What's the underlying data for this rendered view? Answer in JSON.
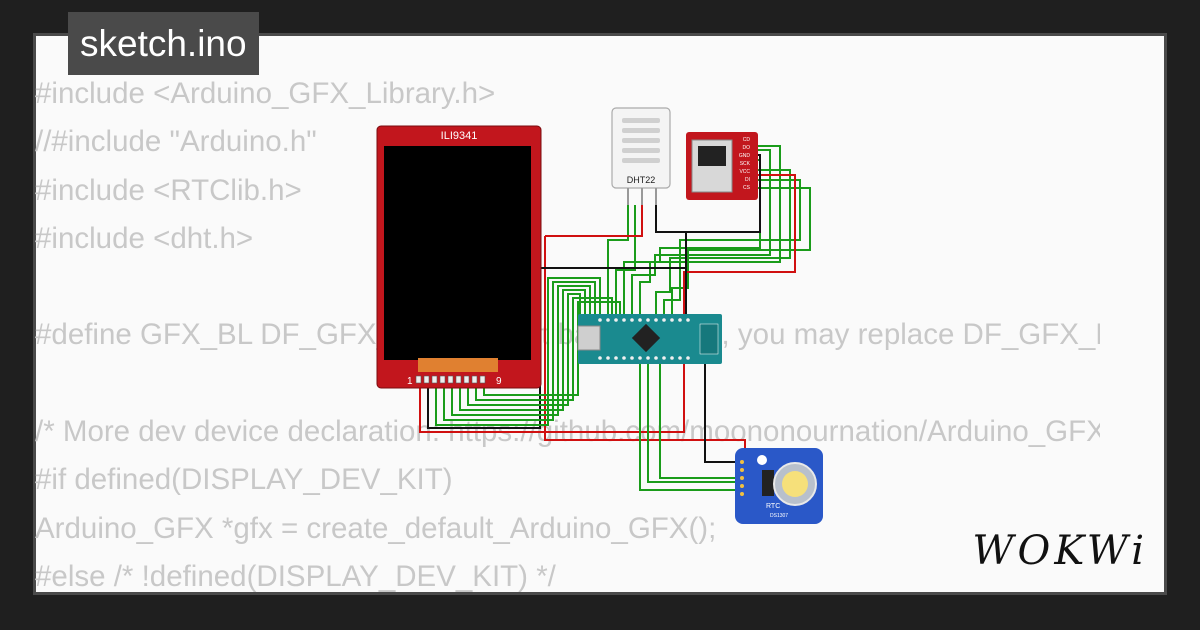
{
  "tab": {
    "filename": "sketch.ino"
  },
  "code_lines": [
    "#include <Arduino_GFX_Library.h>",
    "//#include \"Arduino.h\"",
    "#include <RTClib.h>",
    "#include <dht.h>",
    "",
    "#define GFX_BL DF_GFX_BL // default backlight pin, you may replace DF_GFX_BL to actual backlight pin",
    "",
    "/* More dev device declaration: https://github.com/moononournation/Arduino_GFX/wiki/Dev-Device-Declaration */",
    "#if defined(DISPLAY_DEV_KIT)",
    "Arduino_GFX *gfx = create_default_Arduino_GFX();",
    "#else /* !defined(DISPLAY_DEV_KIT) */"
  ],
  "components": {
    "display": {
      "label": "ILI9341",
      "pin_start": "1",
      "pin_end": "9"
    },
    "dht": {
      "label": "DHT22"
    },
    "sd": {
      "pins": [
        "CD",
        "DO",
        "GND",
        "SCK",
        "VCC",
        "DI",
        "CS"
      ]
    },
    "rtc": {
      "label": "RTC",
      "chip": "DS1307"
    }
  },
  "brand": {
    "logo": "WOKWi"
  },
  "colors": {
    "wire_green": "#1a9c1a",
    "wire_red": "#d01010",
    "wire_black": "#111111",
    "pcb_red": "#c2161d",
    "nano_teal": "#1a8a8f",
    "rtc_blue": "#2a58c8"
  }
}
